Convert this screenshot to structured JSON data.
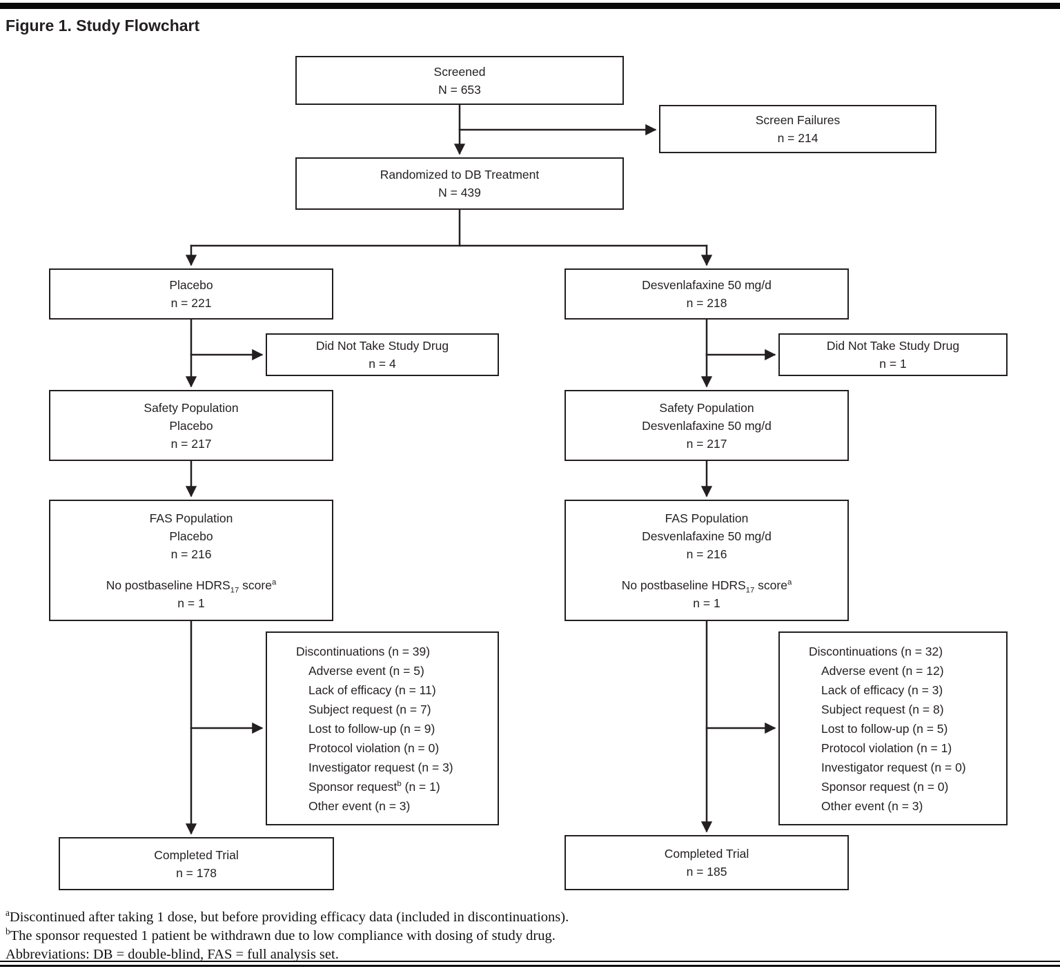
{
  "figure_title": "Figure 1. Study Flowchart",
  "boxes": {
    "screened": {
      "line1": "Screened",
      "line2": "N = 653"
    },
    "screen_failures": {
      "line1": "Screen Failures",
      "line2": "n = 214"
    },
    "randomized": {
      "line1": "Randomized to DB Treatment",
      "line2": "N = 439"
    },
    "placebo_arm": {
      "line1": "Placebo",
      "line2": "n = 221"
    },
    "desven_arm": {
      "line1": "Desvenlafaxine 50 mg/d",
      "line2": "n = 218"
    },
    "did_not_take_placebo": {
      "line1": "Did Not Take Study Drug",
      "line2": "n = 4"
    },
    "did_not_take_desven": {
      "line1": "Did Not Take Study Drug",
      "line2": "n = 1"
    },
    "safety_placebo": {
      "line1": "Safety Population",
      "line2": "Placebo",
      "line3": "n = 217"
    },
    "safety_desven": {
      "line1": "Safety Population",
      "line2": "Desvenlafaxine 50 mg/d",
      "line3": "n = 217"
    },
    "fas_placebo": {
      "line1": "FAS Population",
      "line2": "Placebo",
      "line3": "n = 216",
      "note_prefix": "No postbaseline HDRS",
      "note_sub": "17",
      "note_mid": " score",
      "note_sup": "a",
      "note_n": "n = 1"
    },
    "fas_desven": {
      "line1": "FAS Population",
      "line2": "Desvenlafaxine 50 mg/d",
      "line3": "n = 216",
      "note_prefix": "No postbaseline HDRS",
      "note_sub": "17",
      "note_mid": " score",
      "note_sup": "a",
      "note_n": "n = 1"
    },
    "disc_placebo": {
      "title": "Discontinuations (n = 39)",
      "items": [
        "Adverse event (n = 5)",
        "Lack of efficacy (n = 11)",
        "Subject request (n = 7)",
        "Lost to follow-up (n = 9)",
        "Protocol violation (n = 0)",
        "Investigator request (n = 3)"
      ],
      "sponsor_prefix": "Sponsor request",
      "sponsor_sup": "b",
      "sponsor_suffix": " (n = 1)",
      "other": "Other event (n = 3)"
    },
    "disc_desven": {
      "title": "Discontinuations (n = 32)",
      "items": [
        "Adverse event (n = 12)",
        "Lack of efficacy (n = 3)",
        "Subject request (n = 8)",
        "Lost to follow-up (n = 5)",
        "Protocol violation (n = 1)",
        "Investigator request (n = 0)",
        "Sponsor request (n = 0)",
        "Other event (n = 3)"
      ]
    },
    "completed_placebo": {
      "line1": "Completed Trial",
      "line2": "n = 178"
    },
    "completed_desven": {
      "line1": "Completed Trial",
      "line2": "n = 185"
    }
  },
  "footnotes": {
    "a_sup": "a",
    "a_text": "Discontinued after taking 1 dose, but before providing efficacy data (included in discontinuations).",
    "b_sup": "b",
    "b_text": "The sponsor requested 1 patient be withdrawn due to low compliance with dosing of study drug.",
    "abbreviations": "Abbreviations: DB = double-blind, FAS = full analysis set."
  },
  "colors": {
    "line": "#231f20",
    "background": "#ffffff"
  }
}
